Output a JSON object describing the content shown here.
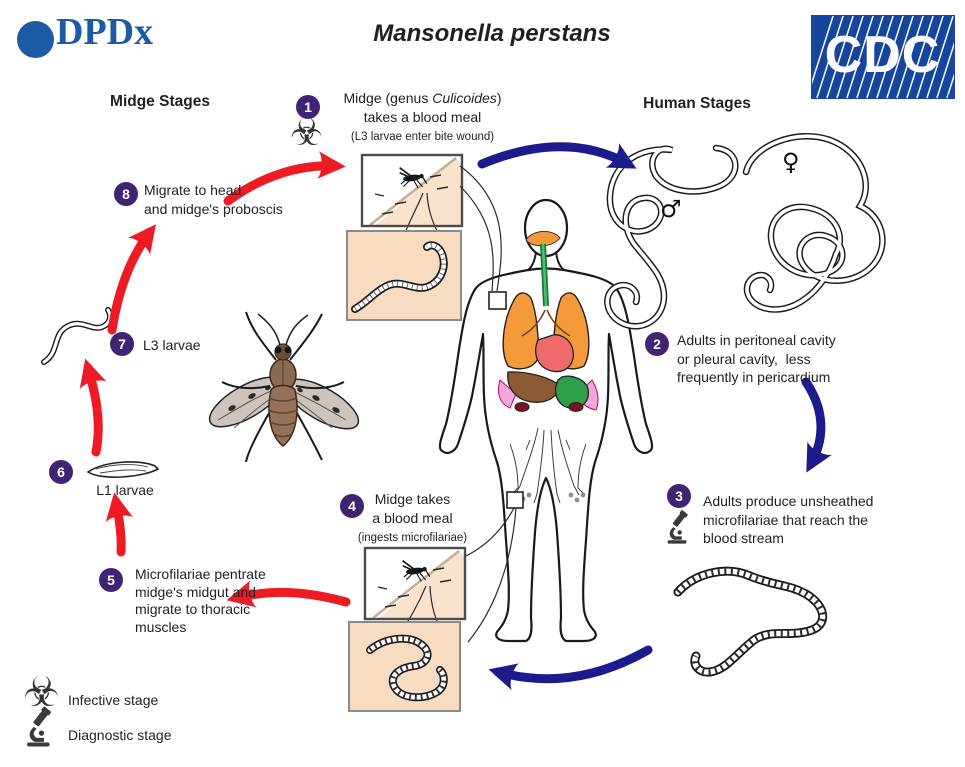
{
  "header": {
    "dpdx": "DPDx",
    "title": "Mansonella perstans",
    "cdc": "CDC",
    "tm": "™"
  },
  "columns": {
    "midge": "Midge Stages",
    "human": "Human Stages"
  },
  "steps": {
    "s1": {
      "num": "1",
      "line1_pre": "Midge (genus ",
      "line1_italic": "Culicoides",
      "line1_post": ")",
      "line2": "takes a blood meal",
      "note": "(L3 larvae enter bite wound)"
    },
    "s2": {
      "num": "2",
      "line1": "Adults in peritoneal cavity",
      "line2": "or pleural cavity,  less",
      "line3": "frequently in pericardium"
    },
    "s3": {
      "num": "3",
      "line1": "Adults produce unsheathed",
      "line2": "microfilariae that reach the",
      "line3": "blood stream"
    },
    "s4": {
      "num": "4",
      "line1": "Midge takes",
      "line2": "a blood meal",
      "note": "(ingests microfilariae)"
    },
    "s5": {
      "num": "5",
      "line1": "Microfilariae pentrate",
      "line2": "midge's midgut and",
      "line3": "migrate to thoracic",
      "line4": "muscles"
    },
    "s6": {
      "num": "6",
      "label": "L1 larvae"
    },
    "s7": {
      "num": "7",
      "label": "L3 larvae"
    },
    "s8": {
      "num": "8",
      "line1": "Migrate to head",
      "line2": "and midge's proboscis"
    }
  },
  "legend": {
    "infective": "Infective stage",
    "diagnostic": "Diagnostic stage"
  },
  "symbols": {
    "male": "♂",
    "female": "♀",
    "biohazard": "☣"
  },
  "colors": {
    "arrow_red": "#ed1c24",
    "arrow_blue": "#1c1b8e",
    "step_purple": "#412374",
    "inset_peach": "#f8dcc2",
    "cdc_blue": "#15459c",
    "dpdx_blue": "#1b5aa5"
  }
}
